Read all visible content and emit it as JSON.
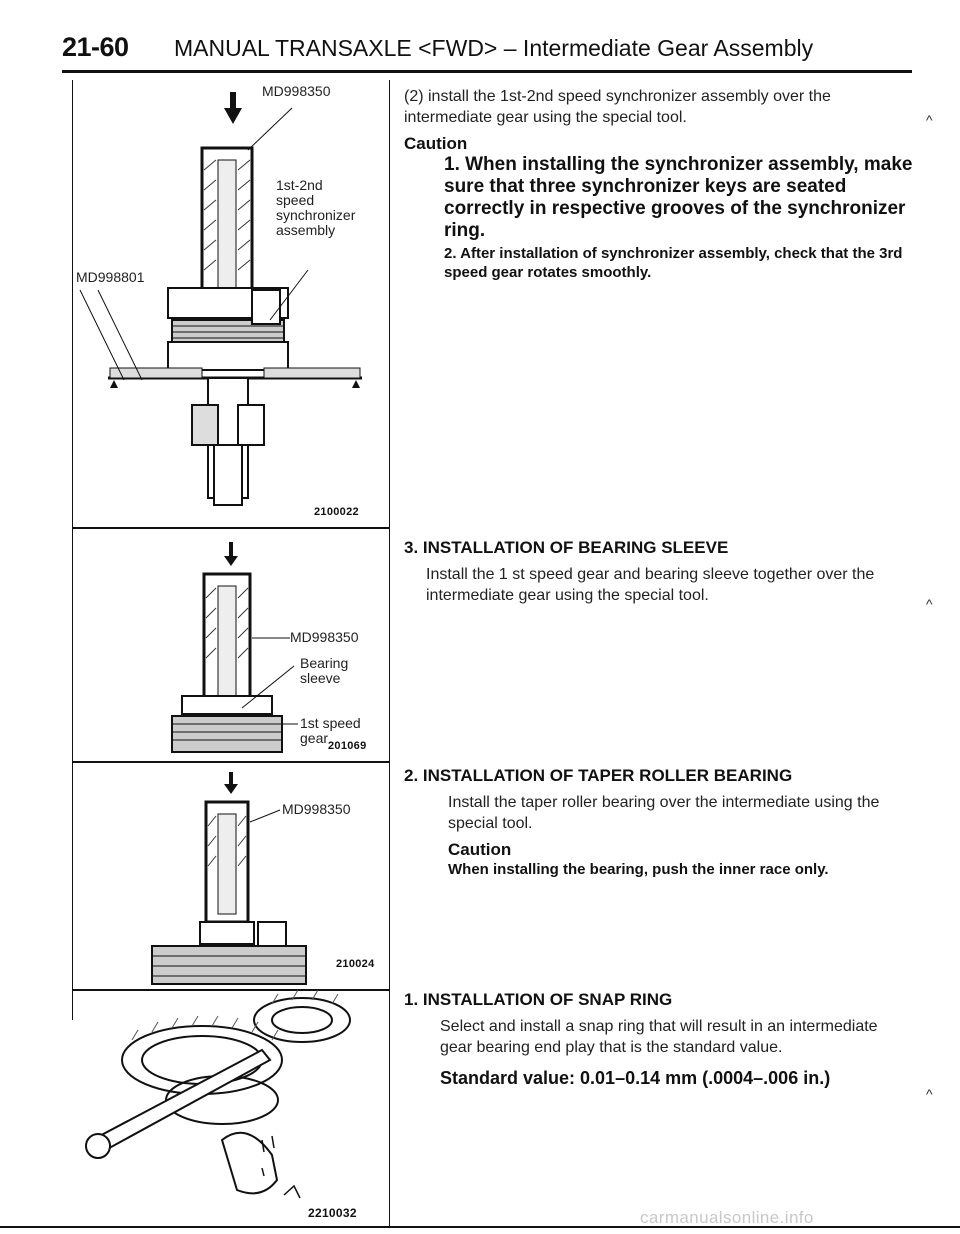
{
  "header": {
    "page_number": "21-60",
    "title": "MANUAL TRANSAXLE <FWD> – Intermediate Gear Assembly"
  },
  "figures": [
    {
      "callouts": [
        "MD998350",
        "1st-2nd",
        "speed",
        "synchronizer",
        "assembly",
        "MD998801"
      ],
      "number": "2100022"
    },
    {
      "callouts": [
        "MD998350",
        "Bearing",
        "sleeve",
        "1st speed",
        "gear"
      ],
      "number": "201069"
    },
    {
      "callouts": [
        "MD998350"
      ],
      "number": "210024"
    },
    {
      "callouts": [],
      "number": "2210032"
    }
  ],
  "steps": [
    {
      "body": "(2) install the 1st-2nd speed synchronizer assembly over the intermediate gear using the special tool.",
      "caution_label": "Caution",
      "caution_items": [
        "1. When installing the synchronizer assembly, make sure that three synchronizer keys are seated correctly in respective grooves of the synchronizer ring.",
        "2. After installation of synchronizer assembly, check that the 3rd speed gear rotates smoothly."
      ]
    },
    {
      "heading": "3. INSTALLATION OF BEARING SLEEVE",
      "body": "Install the 1 st speed gear and bearing sleeve together over the intermediate gear using the special tool."
    },
    {
      "heading": "2. INSTALLATION OF TAPER ROLLER BEARING",
      "body": "Install the taper roller bearing over the intermediate using the special tool.",
      "caution_label": "Caution",
      "caution_text": "When installing the bearing, push the inner race only."
    },
    {
      "heading": "1. INSTALLATION OF SNAP RING",
      "body": "Select and install a snap ring that will result in an intermediate gear bearing end play that is the standard value.",
      "standard_value": "Standard value: 0.01–0.14 mm (.0004–.006 in.)"
    }
  ],
  "watermark": "carmanualsonline.info"
}
